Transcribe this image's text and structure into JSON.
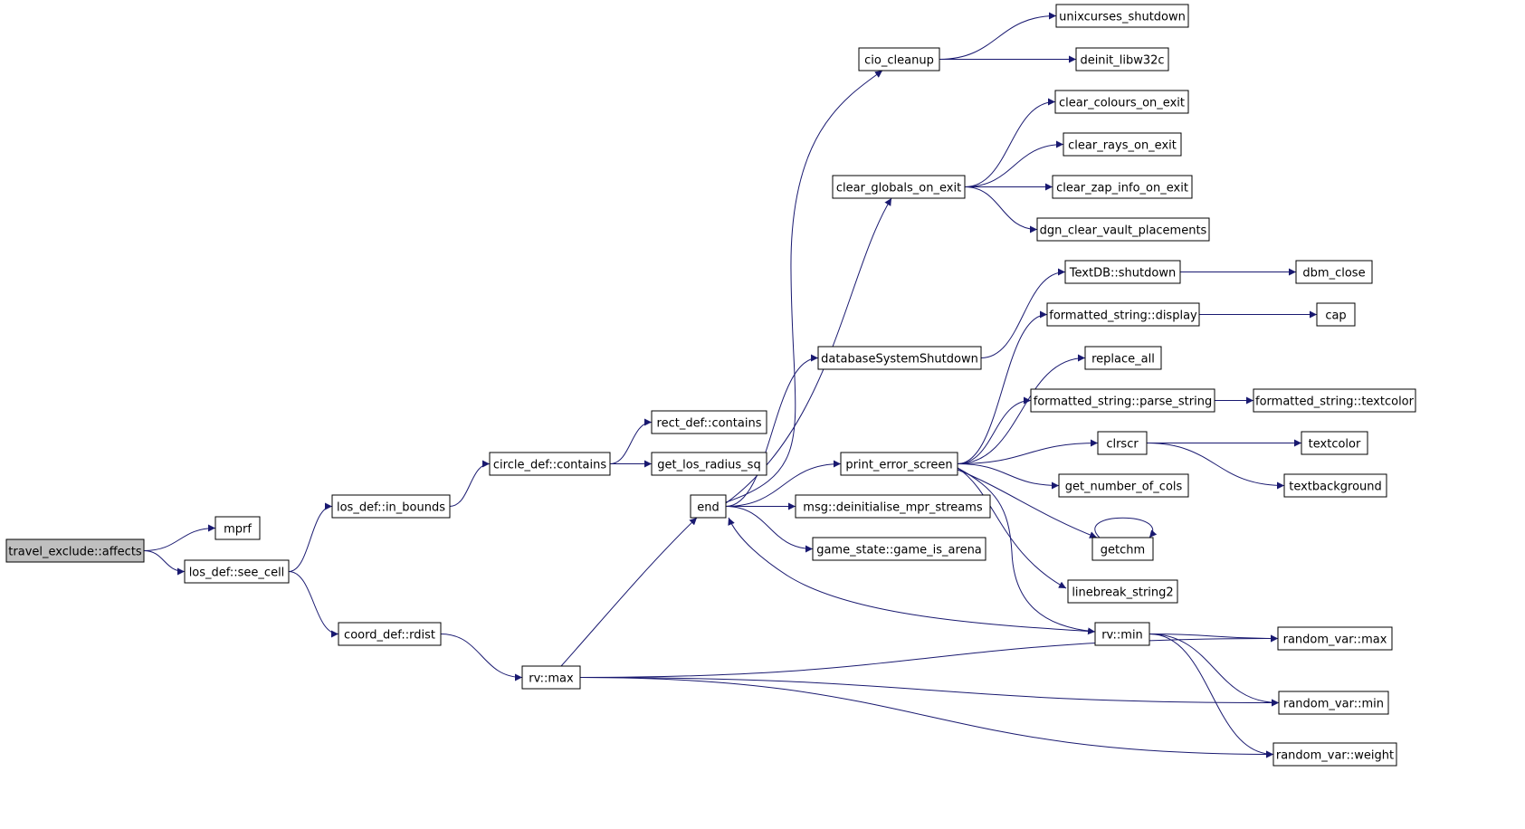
{
  "graph": {
    "edge_color": "#191970",
    "root_fill": "#bfbfbf",
    "nodes": [
      {
        "id": "n0",
        "label": "travel_exclude::affects"
      },
      {
        "id": "n1",
        "label": "mprf"
      },
      {
        "id": "n2",
        "label": "los_def::see_cell"
      },
      {
        "id": "n3",
        "label": "los_def::in_bounds"
      },
      {
        "id": "n4",
        "label": "coord_def::rdist"
      },
      {
        "id": "n5",
        "label": "circle_def::contains"
      },
      {
        "id": "n6",
        "label": "rect_def::contains"
      },
      {
        "id": "n7",
        "label": "get_los_radius_sq"
      },
      {
        "id": "n8",
        "label": "rv::max"
      },
      {
        "id": "n9",
        "label": "end"
      },
      {
        "id": "n10",
        "label": "cio_cleanup"
      },
      {
        "id": "n11",
        "label": "unixcurses_shutdown"
      },
      {
        "id": "n12",
        "label": "deinit_libw32c"
      },
      {
        "id": "n13",
        "label": "clear_globals_on_exit"
      },
      {
        "id": "n14",
        "label": "clear_colours_on_exit"
      },
      {
        "id": "n15",
        "label": "clear_rays_on_exit"
      },
      {
        "id": "n16",
        "label": "clear_zap_info_on_exit"
      },
      {
        "id": "n17",
        "label": "dgn_clear_vault_placements"
      },
      {
        "id": "n18",
        "label": "databaseSystemShutdown"
      },
      {
        "id": "n19",
        "label": "TextDB::shutdown"
      },
      {
        "id": "n20",
        "label": "dbm_close"
      },
      {
        "id": "n21",
        "label": "print_error_screen"
      },
      {
        "id": "n22",
        "label": "formatted_string::display"
      },
      {
        "id": "n23",
        "label": "cap"
      },
      {
        "id": "n24",
        "label": "replace_all"
      },
      {
        "id": "n25",
        "label": "formatted_string::parse_string"
      },
      {
        "id": "n26",
        "label": "formatted_string::textcolor"
      },
      {
        "id": "n27",
        "label": "clrscr"
      },
      {
        "id": "n28",
        "label": "textcolor"
      },
      {
        "id": "n29",
        "label": "textbackground"
      },
      {
        "id": "n30",
        "label": "get_number_of_cols"
      },
      {
        "id": "n31",
        "label": "getchm"
      },
      {
        "id": "n32",
        "label": "linebreak_string2"
      },
      {
        "id": "n33",
        "label": "rv::min"
      },
      {
        "id": "n34",
        "label": "msg::deinitialise_mpr_streams"
      },
      {
        "id": "n35",
        "label": "game_state::game_is_arena"
      },
      {
        "id": "n36",
        "label": "random_var::max"
      },
      {
        "id": "n37",
        "label": "random_var::min"
      },
      {
        "id": "n38",
        "label": "random_var::weight"
      }
    ],
    "edges": [
      [
        "n0",
        "n1"
      ],
      [
        "n0",
        "n2"
      ],
      [
        "n2",
        "n3"
      ],
      [
        "n2",
        "n4"
      ],
      [
        "n3",
        "n5"
      ],
      [
        "n5",
        "n6"
      ],
      [
        "n5",
        "n7"
      ],
      [
        "n4",
        "n8"
      ],
      [
        "n8",
        "n9"
      ],
      [
        "n8",
        "n36"
      ],
      [
        "n8",
        "n37"
      ],
      [
        "n8",
        "n38"
      ],
      [
        "n9",
        "n10"
      ],
      [
        "n9",
        "n13"
      ],
      [
        "n9",
        "n18"
      ],
      [
        "n9",
        "n21"
      ],
      [
        "n9",
        "n34"
      ],
      [
        "n9",
        "n35"
      ],
      [
        "n10",
        "n11"
      ],
      [
        "n10",
        "n12"
      ],
      [
        "n13",
        "n14"
      ],
      [
        "n13",
        "n15"
      ],
      [
        "n13",
        "n16"
      ],
      [
        "n13",
        "n17"
      ],
      [
        "n18",
        "n19"
      ],
      [
        "n19",
        "n20"
      ],
      [
        "n21",
        "n22"
      ],
      [
        "n21",
        "n24"
      ],
      [
        "n21",
        "n25"
      ],
      [
        "n21",
        "n27"
      ],
      [
        "n21",
        "n30"
      ],
      [
        "n21",
        "n31"
      ],
      [
        "n21",
        "n32"
      ],
      [
        "n21",
        "n33"
      ],
      [
        "n22",
        "n23"
      ],
      [
        "n25",
        "n26"
      ],
      [
        "n27",
        "n28"
      ],
      [
        "n27",
        "n29"
      ],
      [
        "n31",
        "n31"
      ],
      [
        "n33",
        "n9"
      ],
      [
        "n33",
        "n36"
      ],
      [
        "n33",
        "n37"
      ],
      [
        "n33",
        "n38"
      ]
    ]
  }
}
